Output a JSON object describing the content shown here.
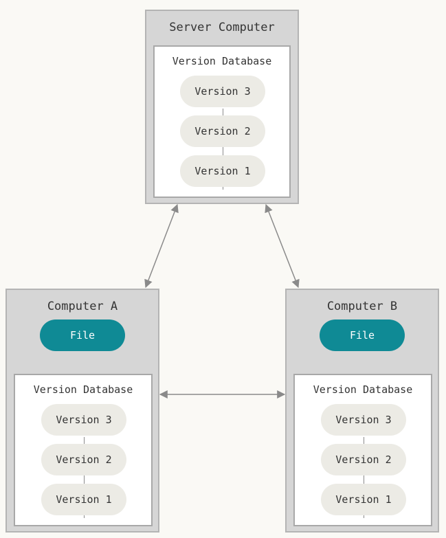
{
  "server": {
    "title": "Server Computer",
    "database": {
      "title": "Version Database",
      "versions": [
        "Version 3",
        "Version 2",
        "Version 1"
      ]
    }
  },
  "computer_a": {
    "title": "Computer A",
    "file_label": "File",
    "database": {
      "title": "Version Database",
      "versions": [
        "Version 3",
        "Version 2",
        "Version 1"
      ]
    }
  },
  "computer_b": {
    "title": "Computer B",
    "file_label": "File",
    "database": {
      "title": "Version Database",
      "versions": [
        "Version 3",
        "Version 2",
        "Version 1"
      ]
    }
  },
  "colors": {
    "background": "#faf9f5",
    "computer_box": "#d6d6d6",
    "file_pill": "#0f8a95",
    "version_pill": "#ecebe5",
    "arrow": "#8a8a8a"
  }
}
